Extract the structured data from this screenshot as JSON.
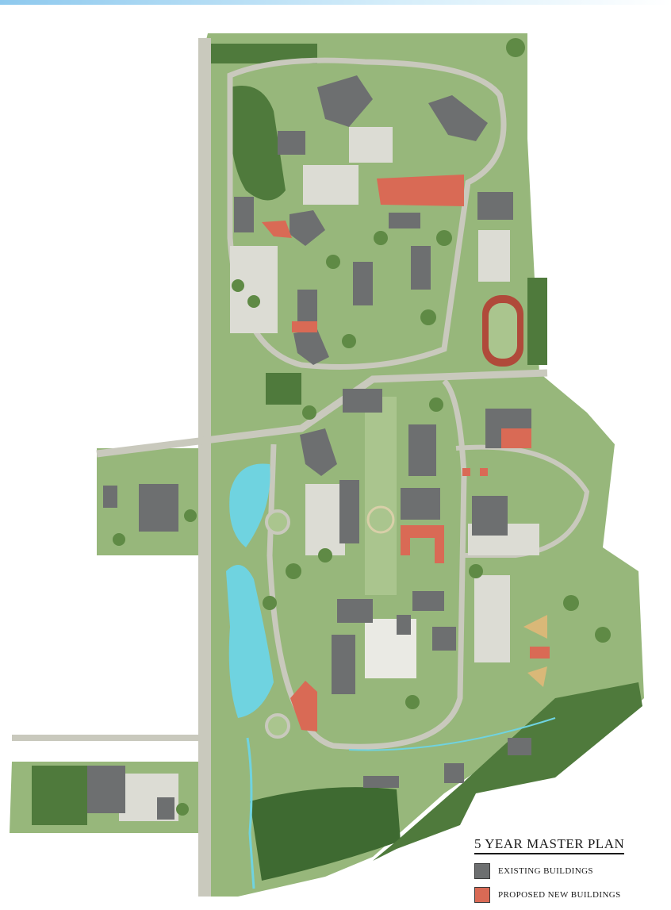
{
  "legend": {
    "title": "5 YEAR MASTER PLAN",
    "items": [
      {
        "label": "EXISTING BUILDINGS",
        "color": "#6d6f70"
      },
      {
        "label": "PROPOSED NEW BUILDINGS",
        "color": "#d96a55"
      }
    ]
  },
  "colors": {
    "background": "#ffffff",
    "lawn": "#97b77b",
    "light_lawn": "#aac58e",
    "woods": "#4f7a3c",
    "dark_woods": "#3e6a31",
    "road": "#c9c9bd",
    "parking": "#dcdcd4",
    "water": "#6fd3e0",
    "existing_building": "#6d6f70",
    "proposed_building": "#d96a55",
    "track": "#b04a3a"
  }
}
